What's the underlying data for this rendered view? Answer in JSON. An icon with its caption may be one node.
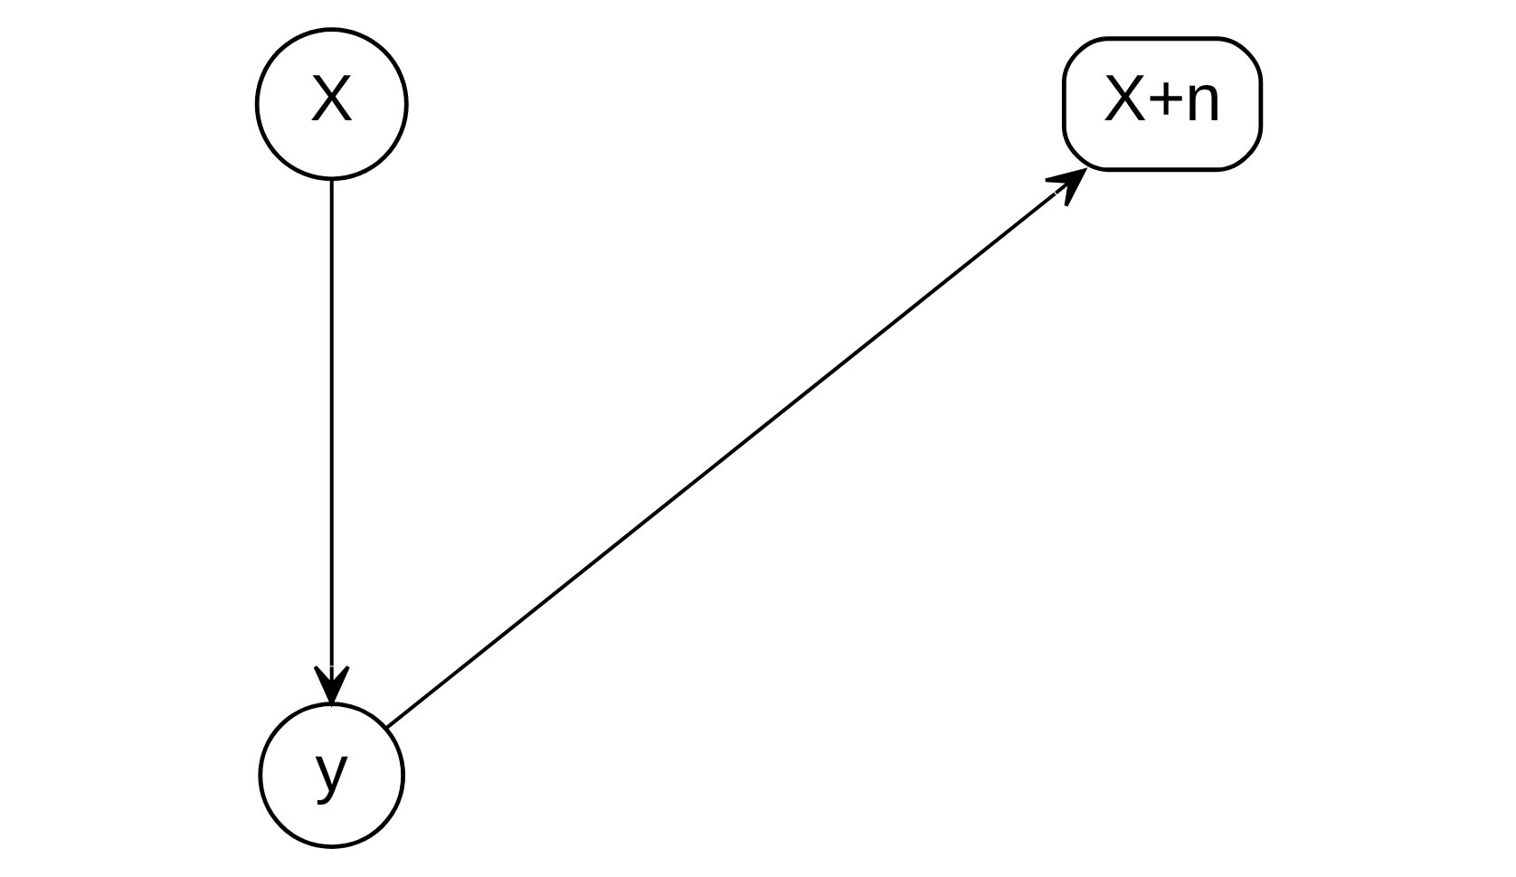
{
  "diagram": {
    "nodes": [
      {
        "text": [
          "X"
        ]
      },
      {
        "text": [
          "X+n"
        ]
      },
      {
        "text": [
          "y"
        ]
      }
    ],
    "edges": [
      {
        "from": 0,
        "to": 2,
        "arrow": "to"
      },
      {
        "from": 2,
        "to": 1,
        "arrow": "to"
      }
    ]
  }
}
